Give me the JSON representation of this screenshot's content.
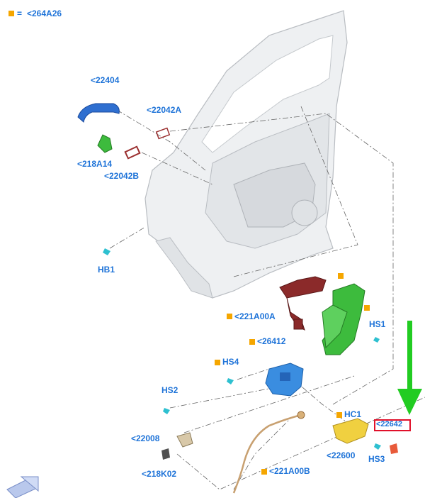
{
  "legend": {
    "marker_color": "#f5a600",
    "equals": "=",
    "ref": "<264A26"
  },
  "labels": {
    "l22404": "<22404",
    "l22042A": "<22042A",
    "l218A14": "<218A14",
    "l22042B": "<22042B",
    "lHB1": "HB1",
    "l221A00A": "<221A00A",
    "lHS1": "HS1",
    "l26412": "<26412",
    "lHS4": "HS4",
    "lHS2": "HS2",
    "lHC1": "HC1",
    "l22642": "<22642",
    "l22008": "<22008",
    "l22600": "<22600",
    "lHS3": "HS3",
    "l218K02": "<218K02",
    "l221A00B": "<221A00B"
  },
  "colors": {
    "label_blue": "#1e73d8",
    "marker_orange": "#f5a600",
    "highlight_red": "#e0102a",
    "arrow_green": "#22cc22",
    "door_panel": "#eef0f2",
    "handle_blue": "#2f6fd0",
    "latch_blue": "#3a8de0",
    "regulator_green": "#3dbb3d",
    "harness_red": "#8b2a2a",
    "cable_tan": "#c8a070",
    "bracket_yellow": "#f0d040"
  },
  "highlighted_part": "<22642",
  "icons": [
    "nav-arrow-icon",
    "green-pointer-arrow-icon"
  ]
}
